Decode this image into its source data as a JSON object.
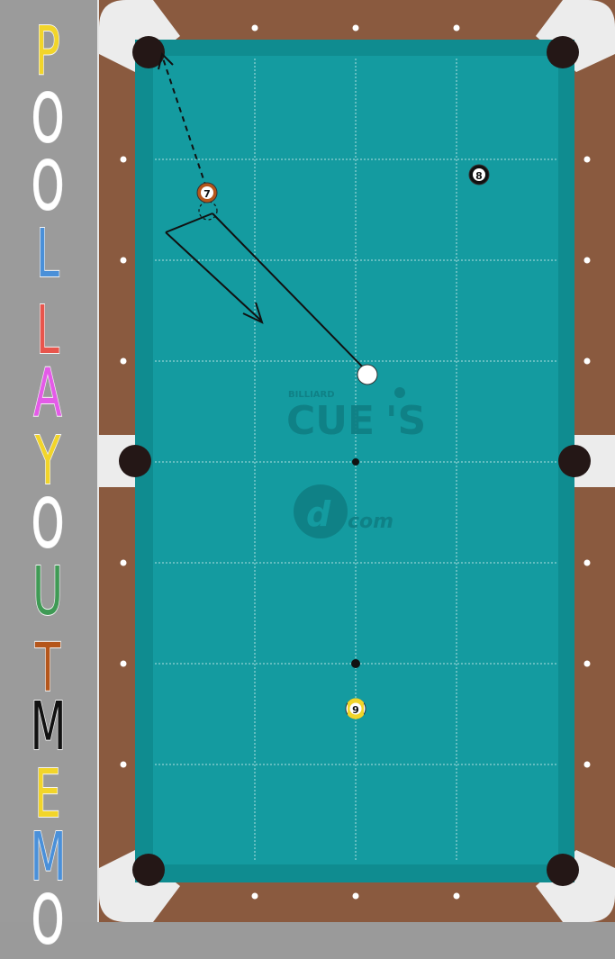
{
  "sidebar": {
    "title_letters": [
      {
        "ch": "P",
        "color": "#f2d52a"
      },
      {
        "ch": "O",
        "color": "#ffffff"
      },
      {
        "ch": "O",
        "color": "#ffffff"
      },
      {
        "ch": "L",
        "color": "#4a90d9"
      },
      {
        "ch": "L",
        "color": "#e8554c"
      },
      {
        "ch": "A",
        "color": "#e45be8"
      },
      {
        "ch": "Y",
        "color": "#f2d52a"
      },
      {
        "ch": "O",
        "color": "#ffffff"
      },
      {
        "ch": "U",
        "color": "#3f9a55"
      },
      {
        "ch": "T",
        "color": "#b5561b"
      },
      {
        "ch": "M",
        "color": "#111111"
      },
      {
        "ch": "E",
        "color": "#f2d52a"
      },
      {
        "ch": "M",
        "color": "#4a90d9"
      },
      {
        "ch": "O",
        "color": "#ffffff"
      }
    ]
  },
  "table": {
    "cloth_color": "#149ba0",
    "rail_color": "#8a5a3f",
    "logo": {
      "small_text": "BILLIARD",
      "main_text": "CUE",
      "suffix": "'S",
      "dcom_text": "com"
    }
  },
  "balls": [
    {
      "id": "cue",
      "label": "",
      "kind": "cue"
    },
    {
      "id": "7",
      "label": "7",
      "kind": "seven"
    },
    {
      "id": "8",
      "label": "8",
      "kind": "eight"
    },
    {
      "id": "9",
      "label": "9",
      "kind": "nine"
    }
  ],
  "colors": {
    "cue_line": "#111111",
    "grid_line": "#e6f6f6"
  }
}
